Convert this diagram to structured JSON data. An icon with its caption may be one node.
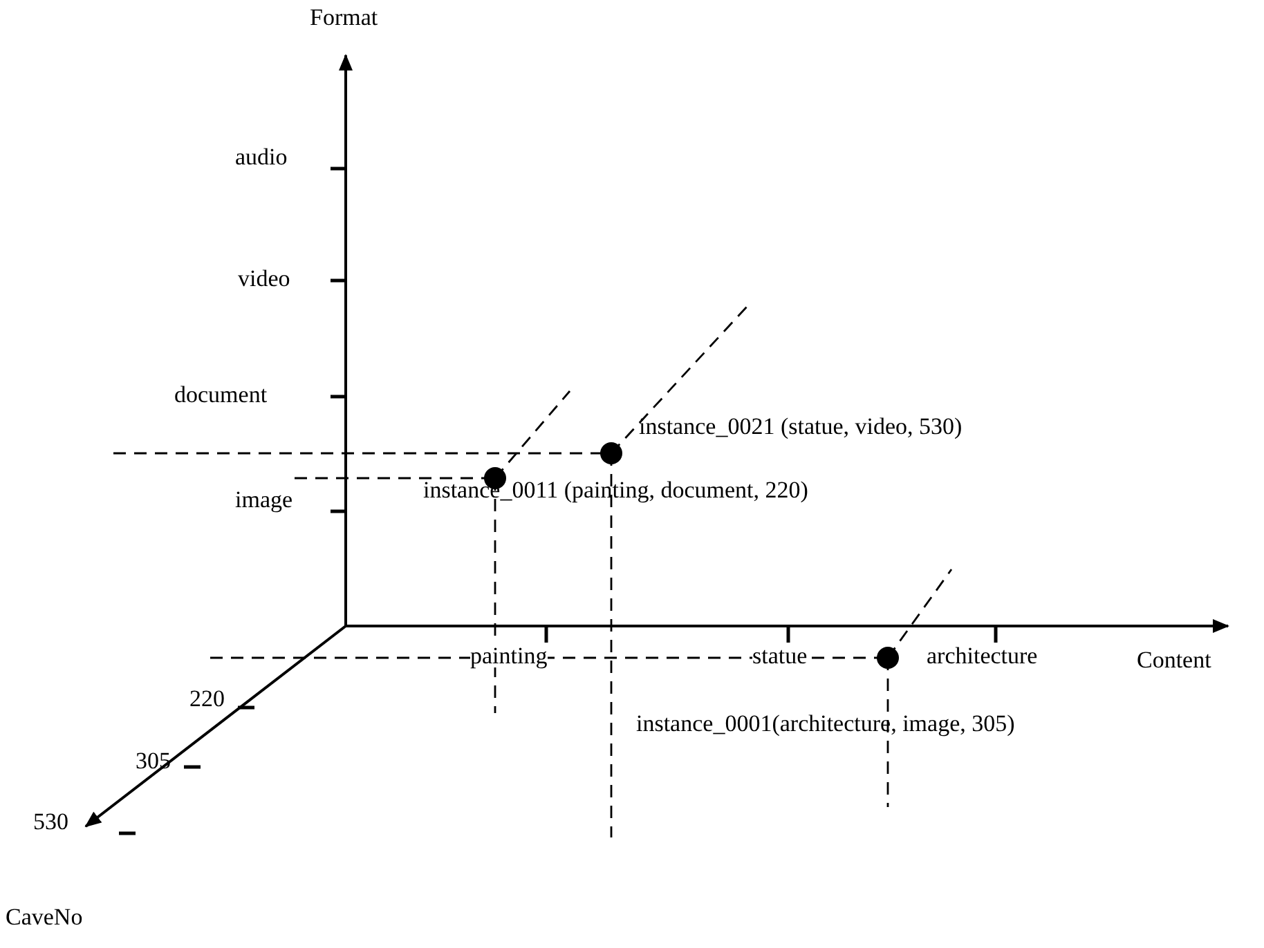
{
  "diagram": {
    "nodes": [
      {
        "text": [],
        "shape": "circle",
        "beside": [
          "instance_0021 (statue, video, 530)"
        ]
      },
      {
        "text": [],
        "shape": "circle",
        "beside": [
          "instance_0011 (painting, document, 220)"
        ]
      },
      {
        "text": [],
        "shape": "circle",
        "beside": [
          "instance_0001(architecture, image, 305)"
        ]
      }
    ],
    "edges": [],
    "labels": [
      "Format",
      "audio",
      "video",
      "document",
      "image",
      "painting",
      "statue",
      "architecture",
      "Content",
      "220",
      "305",
      "530",
      "CaveNo"
    ]
  }
}
